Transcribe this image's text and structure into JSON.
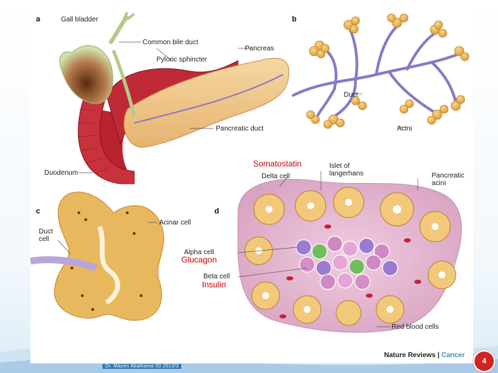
{
  "panel_letters": {
    "a": "a",
    "b": "b",
    "c": "c",
    "d": "d"
  },
  "labels": {
    "gall_bladder": "Gall bladder",
    "common_bile_duct": "Common bile duct",
    "pyloric_sphincter": "Pyloric sphincter",
    "pancreas": "Pancreas",
    "pancreatic_duct": "Pancreatic duct",
    "duodenum": "Duodenum",
    "duct": "Duct",
    "acini": "Acini",
    "duct_cell": "Duct cell",
    "acinar_cell": "Acinar cell",
    "delta_cell": "Delta cell",
    "islet_of_langerhans": "Islet of langerhans",
    "pancreatic_acini": "Pancreatic acini",
    "alpha_cell": "Alpha cell",
    "beta_cell": "Beta cell",
    "red_blood_cells": "Red blood cells"
  },
  "overlays": {
    "somatostatin": "Somatostatin",
    "glucagon": "Glucagon",
    "insulin": "Insulin"
  },
  "credit": {
    "journal": "Nature Reviews",
    "separator": " | ",
    "section": "Cancer"
  },
  "footer": {
    "author": "Dr. Mazen Abalhama 00 2013/3"
  },
  "page_number": "4",
  "colors": {
    "overlay_text": "#c00000",
    "duct": "#8a78c4",
    "acini": "#e7ad4a",
    "duodenum": "#b8232f",
    "badge": "#d22323"
  }
}
